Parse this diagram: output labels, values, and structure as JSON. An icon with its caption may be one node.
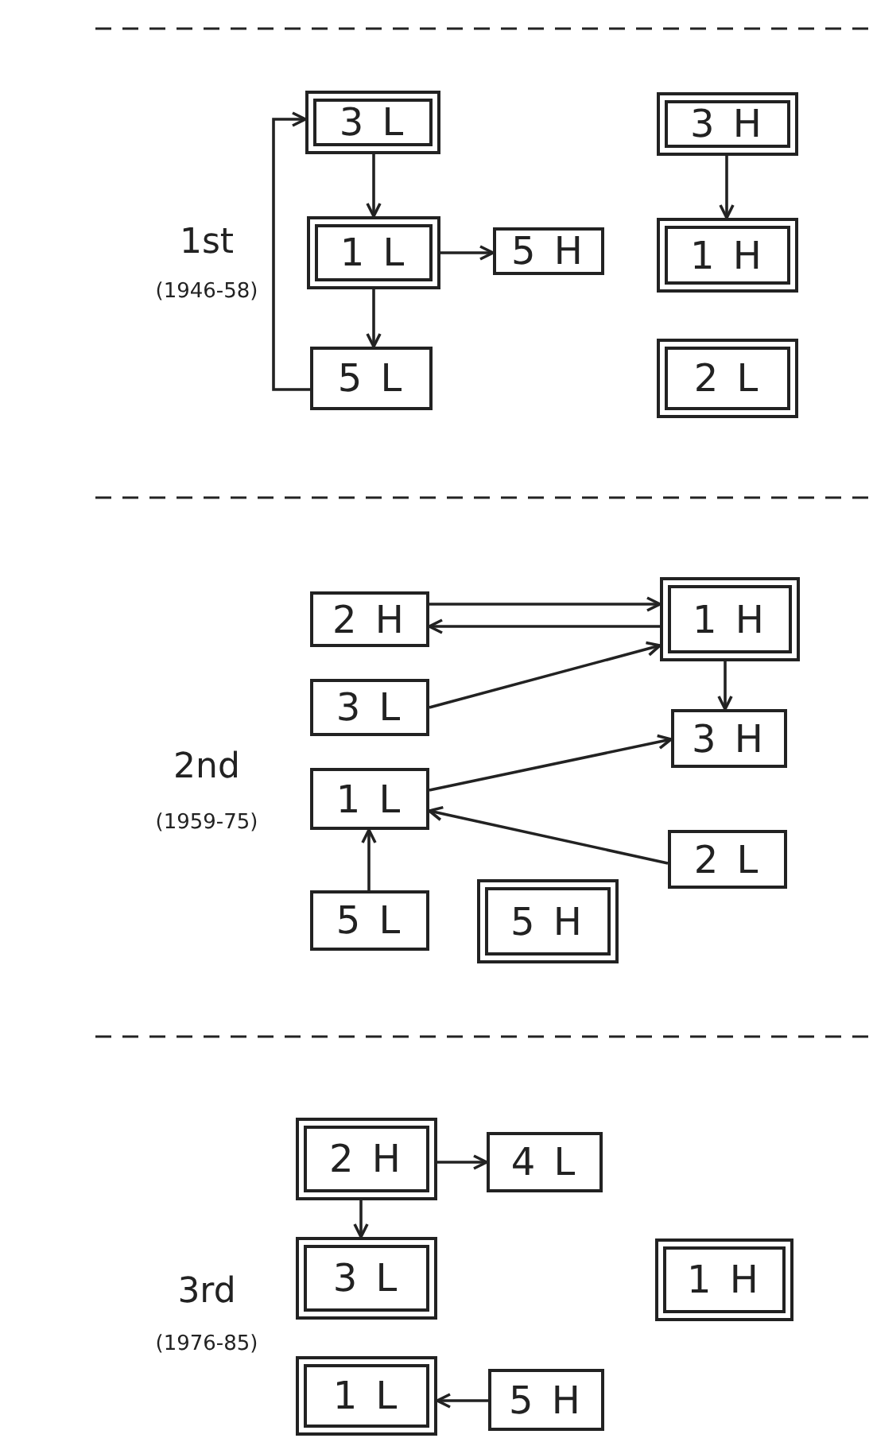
{
  "diagram": {
    "nodes": [
      {
        "text": [
          "3 L"
        ]
      },
      {
        "text": [
          "3 H"
        ]
      },
      {
        "text": [
          "1 L"
        ]
      },
      {
        "text": [
          "5 H"
        ]
      },
      {
        "text": [
          "1 H"
        ]
      },
      {
        "text": [
          "5 L"
        ]
      },
      {
        "text": [
          "2 L"
        ]
      },
      {
        "text": [
          "2 H"
        ]
      },
      {
        "text": [
          "1 H"
        ]
      },
      {
        "text": [
          "3 L"
        ]
      },
      {
        "text": [
          "3 H"
        ]
      },
      {
        "text": [
          "1 L"
        ]
      },
      {
        "text": [
          "2 L"
        ]
      },
      {
        "text": [
          "5 L"
        ]
      },
      {
        "text": [
          "5 H"
        ]
      },
      {
        "text": [
          "2 H"
        ]
      },
      {
        "text": [
          "4 L"
        ]
      },
      {
        "text": [
          "3 L"
        ]
      },
      {
        "text": [
          "1 H"
        ]
      },
      {
        "text": [
          "1 L"
        ]
      },
      {
        "text": [
          "5 H"
        ]
      }
    ],
    "edges": [
      {
        "from": 0,
        "to": 2,
        "arrow": "to"
      },
      {
        "from": 2,
        "to": 3,
        "arrow": "to"
      },
      {
        "from": 2,
        "to": 5,
        "arrow": "to"
      },
      {
        "from": 5,
        "to": 0,
        "arrow": "to"
      },
      {
        "from": 1,
        "to": 4,
        "arrow": "to"
      },
      {
        "from": 7,
        "to": 8,
        "arrow": "to"
      },
      {
        "from": 8,
        "to": 7,
        "arrow": "to"
      },
      {
        "from": 9,
        "to": 8,
        "arrow": "to"
      },
      {
        "from": 8,
        "to": 10,
        "arrow": "to"
      },
      {
        "from": 11,
        "to": 10,
        "arrow": "to"
      },
      {
        "from": 12,
        "to": 11,
        "arrow": "to"
      },
      {
        "from": 13,
        "to": 11,
        "arrow": "to"
      },
      {
        "from": 15,
        "to": 16,
        "arrow": "to"
      },
      {
        "from": 15,
        "to": 17,
        "arrow": "to"
      },
      {
        "from": 20,
        "to": 19,
        "arrow": "to"
      }
    ],
    "labels": [
      "1st",
      "(1946-58)",
      "2nd",
      "(1959-75)",
      "3rd",
      "(1976-85)"
    ]
  }
}
